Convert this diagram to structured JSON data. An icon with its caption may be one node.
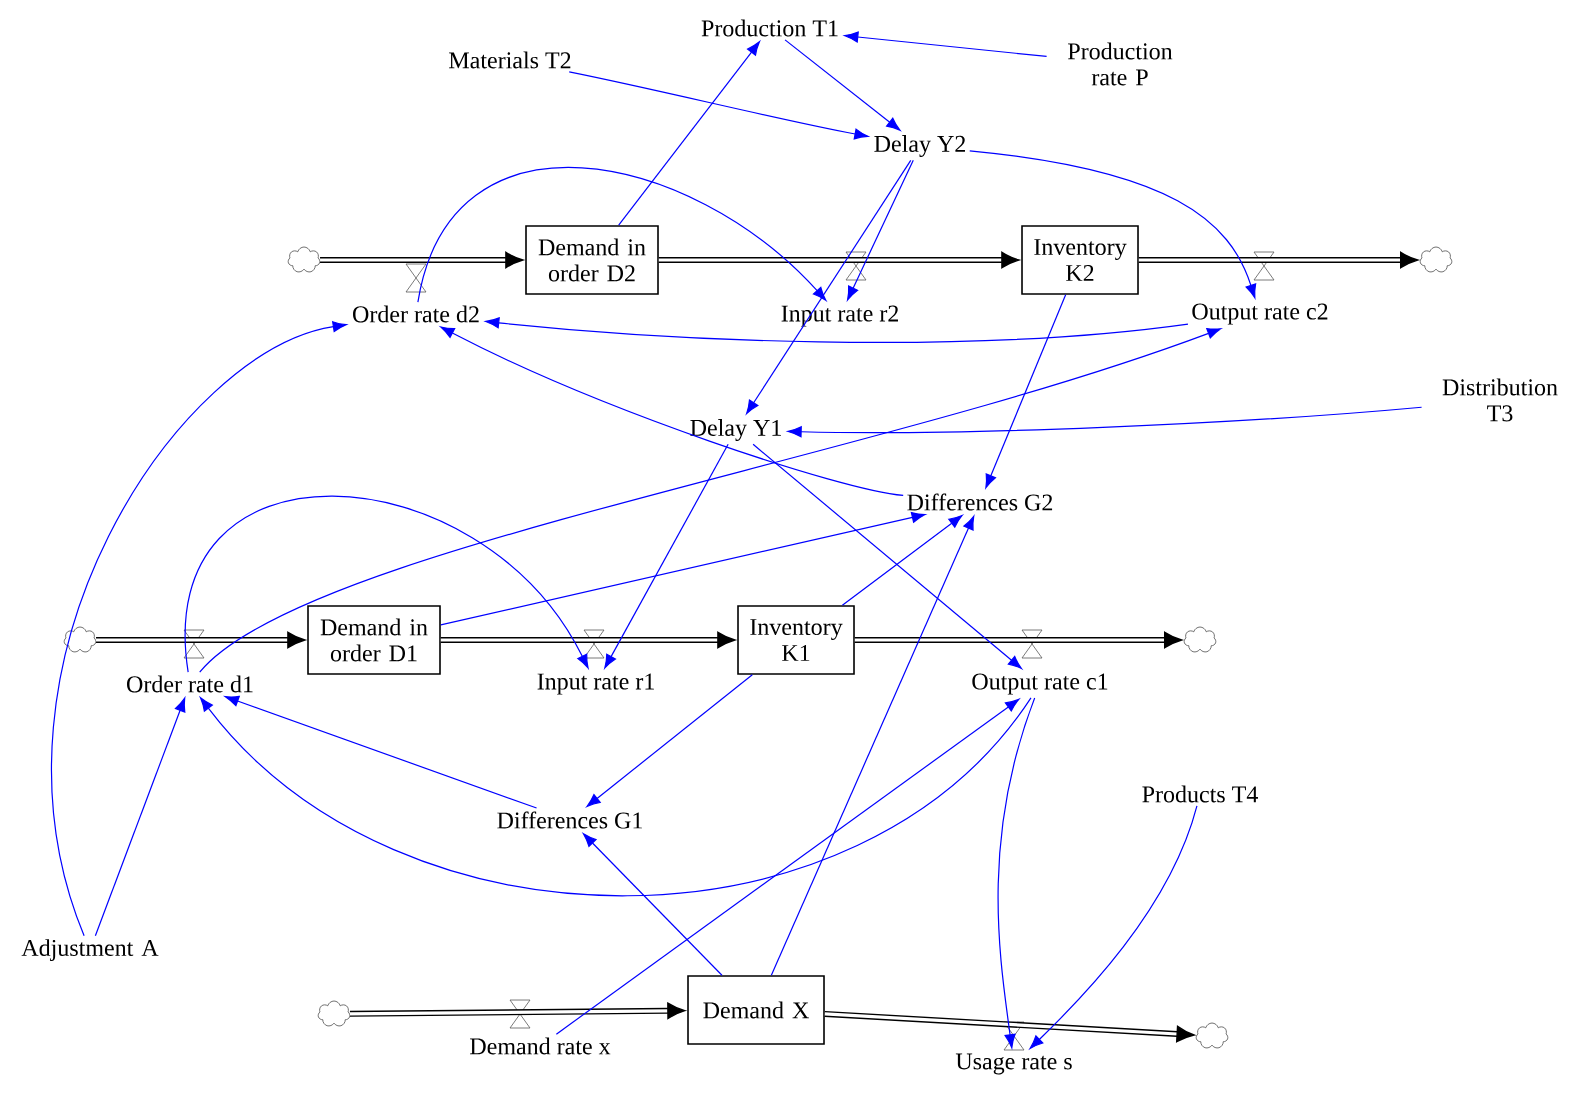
{
  "diagram": {
    "nodes": [
      {
        "text": [
          "Production T1"
        ]
      },
      {
        "text": [
          "Materials T2"
        ]
      },
      {
        "text": [
          "Production rate P"
        ]
      },
      {
        "text": [
          "Delay Y2"
        ]
      },
      {
        "text": [],
        "shape": "cloud"
      },
      {
        "text": [
          "Demand in order D2"
        ]
      },
      {
        "text": [
          "Inventory K2"
        ]
      },
      {
        "text": [],
        "shape": "cloud"
      },
      {
        "text": [
          "Order rate d2"
        ]
      },
      {
        "text": [
          "Input rate r2"
        ]
      },
      {
        "text": [
          "Output rate c2"
        ]
      },
      {
        "text": [
          "Distribution T3"
        ]
      },
      {
        "text": [
          "Delay Y1"
        ]
      },
      {
        "text": [
          "Differences G2"
        ]
      },
      {
        "text": [],
        "shape": "cloud"
      },
      {
        "text": [
          "Demand in order D1"
        ]
      },
      {
        "text": [
          "Inventory K1"
        ]
      },
      {
        "text": [],
        "shape": "cloud"
      },
      {
        "text": [
          "Order rate d1"
        ]
      },
      {
        "text": [
          "Input rate r1"
        ]
      },
      {
        "text": [
          "Output rate c1"
        ]
      },
      {
        "text": [
          "Products T4"
        ]
      },
      {
        "text": [
          "Differences G1"
        ]
      },
      {
        "text": [
          "Adjustment A"
        ]
      },
      {
        "text": [],
        "shape": "cloud"
      },
      {
        "text": [
          "Demand X"
        ]
      },
      {
        "text": [],
        "shape": "cloud"
      },
      {
        "text": [
          "Demand rate x"
        ]
      },
      {
        "text": [
          "Usage rate s"
        ]
      }
    ],
    "edges": [
      {
        "from": 4,
        "to": 5,
        "arrow": "to",
        "style": "thick",
        "color": "#000000"
      },
      {
        "from": 5,
        "to": 6,
        "arrow": "to",
        "style": "thick",
        "color": "#000000"
      },
      {
        "from": 6,
        "to": 7,
        "arrow": "to",
        "style": "thick",
        "color": "#000000"
      },
      {
        "from": 14,
        "to": 15,
        "arrow": "to",
        "style": "thick",
        "color": "#000000"
      },
      {
        "from": 15,
        "to": 16,
        "arrow": "to",
        "style": "thick",
        "color": "#000000"
      },
      {
        "from": 16,
        "to": 17,
        "arrow": "to",
        "style": "thick",
        "color": "#000000"
      },
      {
        "from": 24,
        "to": 25,
        "arrow": "to",
        "style": "thick",
        "color": "#000000"
      },
      {
        "from": 25,
        "to": 26,
        "arrow": "to",
        "style": "thick",
        "color": "#000000"
      },
      {
        "from": 1,
        "to": 3,
        "arrow": "to"
      },
      {
        "from": 5,
        "to": 0,
        "arrow": "to"
      },
      {
        "from": 0,
        "to": 3,
        "arrow": "to"
      },
      {
        "from": 2,
        "to": 0,
        "arrow": "to"
      },
      {
        "from": 8,
        "to": 9,
        "arrow": "to"
      },
      {
        "from": 3,
        "to": 9,
        "arrow": "to"
      },
      {
        "from": 3,
        "to": 12,
        "arrow": "to"
      },
      {
        "from": 3,
        "to": 10,
        "arrow": "to"
      },
      {
        "from": 6,
        "to": 13,
        "arrow": "to"
      },
      {
        "from": 10,
        "to": 8,
        "arrow": "to"
      },
      {
        "from": 13,
        "to": 8,
        "arrow": "to"
      },
      {
        "from": 11,
        "to": 12,
        "arrow": "to"
      },
      {
        "from": 23,
        "to": 8,
        "arrow": "to"
      },
      {
        "from": 23,
        "to": 18,
        "arrow": "to"
      },
      {
        "from": 12,
        "to": 19,
        "arrow": "to"
      },
      {
        "from": 12,
        "to": 20,
        "arrow": "to"
      },
      {
        "from": 18,
        "to": 19,
        "arrow": "to"
      },
      {
        "from": 18,
        "to": 10,
        "arrow": "to"
      },
      {
        "from": 15,
        "to": 13,
        "arrow": "to"
      },
      {
        "from": 16,
        "to": 13,
        "arrow": "to"
      },
      {
        "from": 25,
        "to": 13,
        "arrow": "to"
      },
      {
        "from": 16,
        "to": 22,
        "arrow": "to"
      },
      {
        "from": 25,
        "to": 22,
        "arrow": "to"
      },
      {
        "from": 22,
        "to": 18,
        "arrow": "to"
      },
      {
        "from": 20,
        "to": 18,
        "arrow": "to"
      },
      {
        "from": 27,
        "to": 20,
        "arrow": "to"
      },
      {
        "from": 20,
        "to": 28,
        "arrow": "to"
      },
      {
        "from": 21,
        "to": 28,
        "arrow": "to"
      }
    ]
  }
}
